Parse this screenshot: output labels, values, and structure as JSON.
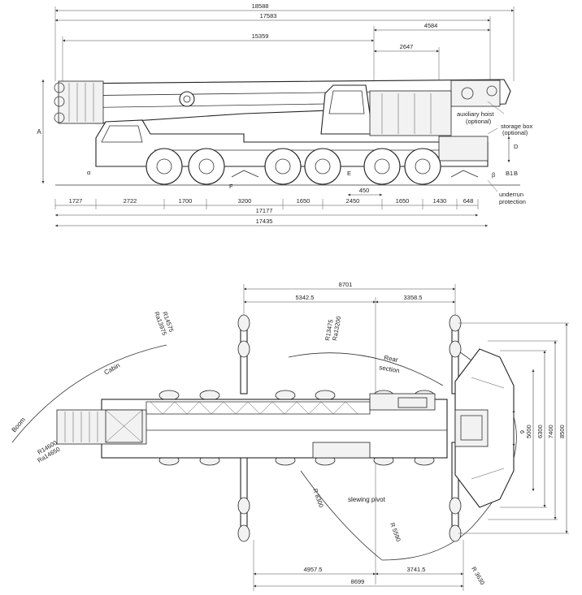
{
  "side_view": {
    "overall_dims": [
      "18588",
      "17583",
      "15359",
      "4584",
      "2647"
    ],
    "axle_dims": [
      "1727",
      "2722",
      "1700",
      "3200",
      "1650",
      "2450",
      "1650",
      "1430",
      "648"
    ],
    "under_dims": [
      "450",
      "17177",
      "17435"
    ],
    "letters": {
      "a": "A",
      "d": "D",
      "e": "E",
      "f": "F",
      "b": "B",
      "b1": "B1",
      "alpha": "α",
      "beta": "β"
    },
    "labels": {
      "aux_hoist": "auxiliary hoist",
      "aux_hoist_opt": "(optional)",
      "storage_box": "storage box",
      "storage_box_opt": "(optional)",
      "underrun": "underrun",
      "underrun2": "protection"
    }
  },
  "top_view": {
    "top_dims": [
      "8701",
      "5342.5",
      "3358.5"
    ],
    "bottom_dims": [
      "4957.5",
      "3741.5",
      "8699"
    ],
    "right_dims": [
      "6",
      "5000",
      "6300",
      "7400",
      "8500"
    ],
    "radii": {
      "r1": "R14575",
      "r1b": "Ra13975",
      "r2": "R13475",
      "r2b": "Ra13200",
      "r3": "R14600",
      "r3b": "Ra14650",
      "r4": "R 8300",
      "r5": "R 5590",
      "r6": "R 3630",
      "boom": "Boom"
    },
    "labels": {
      "cabin": "Cabin",
      "rear": "Rear",
      "section": "section",
      "slewing": "slewing pivot"
    }
  }
}
